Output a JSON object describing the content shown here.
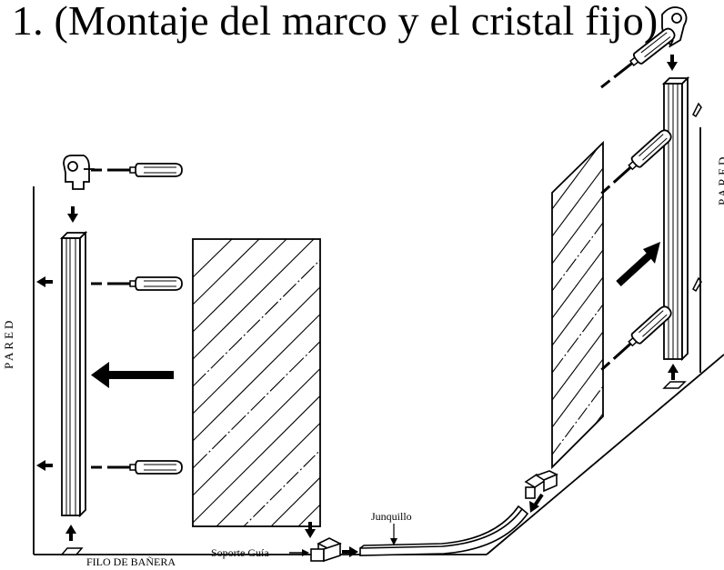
{
  "title": "o 1. (Montaje del marco y el cristal fijo)",
  "labels": {
    "wall_left": "PARED",
    "wall_right": "PARED",
    "bath_edge": "FILO DE BAÑERA",
    "guide_support": "Soporte Guía",
    "bead": "Junquillo"
  },
  "colors": {
    "ink": "#000000",
    "background": "#ffffff"
  }
}
